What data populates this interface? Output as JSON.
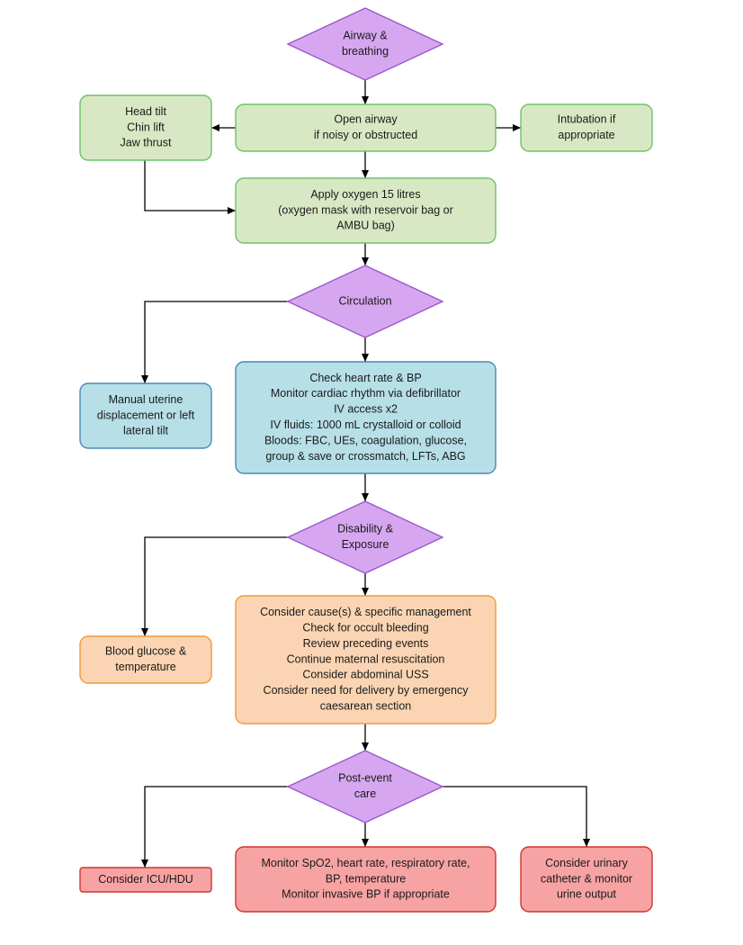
{
  "colors": {
    "diamond_fill": "#d6a7f0",
    "diamond_stroke": "#9a57c9",
    "green_fill": "#d9e8c4",
    "green_stroke": "#6cc26c",
    "blue_fill": "#b6dfe8",
    "blue_stroke": "#4f87b5",
    "orange_fill": "#fbd5b3",
    "orange_stroke": "#f0993d",
    "red_fill": "#f7a3a3",
    "red_stroke": "#d0342c",
    "arrow": "#000000"
  },
  "nodes": {
    "airway_decision": [
      "Airway &",
      "breathing"
    ],
    "head_tilt": [
      "Head tilt",
      "Chin lift",
      "Jaw thrust"
    ],
    "open_airway": [
      "Open airway",
      "if noisy or obstructed"
    ],
    "intubation": [
      "Intubation if",
      "appropriate"
    ],
    "apply_oxygen": [
      "Apply oxygen 15 litres",
      "(oxygen mask with reservoir bag or",
      "AMBU bag)"
    ],
    "circulation_decision": [
      "Circulation"
    ],
    "manual_uterine": [
      "Manual uterine",
      "displacement or left",
      "lateral tilt"
    ],
    "check_heart": [
      "Check heart rate & BP",
      "Monitor cardiac rhythm via defibrillator",
      "IV access x2",
      "IV fluids: 1000 mL crystalloid or colloid",
      "Bloods: FBC, UEs, coagulation, glucose,",
      "group & save or crossmatch, LFTs, ABG"
    ],
    "disability_decision": [
      "Disability &",
      "Exposure"
    ],
    "blood_glucose": [
      "Blood glucose &",
      "temperature"
    ],
    "consider_cause": [
      "Consider cause(s) & specific management",
      "Check for occult bleeding",
      "Review preceding events",
      "Continue maternal resuscitation",
      "Consider abdominal USS",
      "Consider need for delivery by emergency",
      "caesarean section"
    ],
    "post_event_decision": [
      "Post-event",
      "care"
    ],
    "consider_icu": [
      "Consider ICU/HDU"
    ],
    "monitor_spo2": [
      "Monitor SpO2, heart rate, respiratory rate,",
      "BP, temperature",
      "Monitor invasive BP if appropriate"
    ],
    "urinary_catheter": [
      "Consider urinary",
      "catheter & monitor",
      "urine output"
    ]
  }
}
